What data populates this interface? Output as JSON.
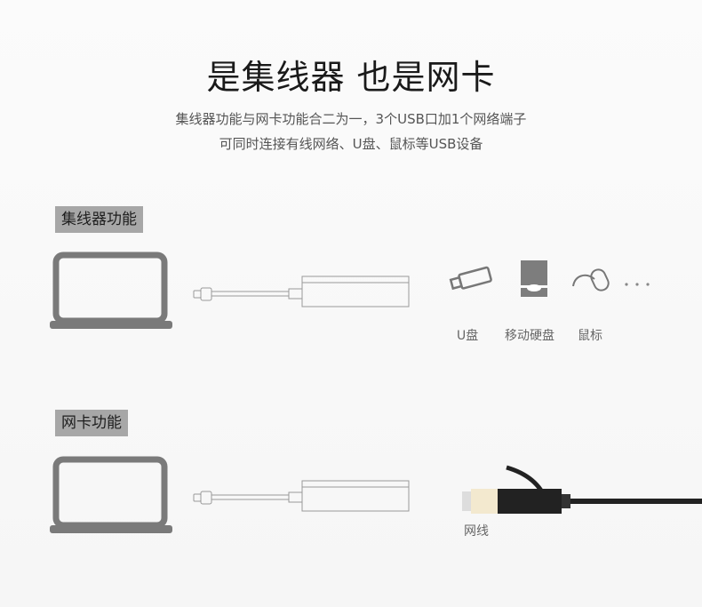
{
  "title": "是集线器 也是网卡",
  "subtitle": [
    "集线器功能与网卡功能合二为一，3个USB口加1个网络端子",
    "可同时连接有线网络、U盘、鼠标等USB设备"
  ],
  "hub_section": {
    "label": "集线器功能",
    "devices": [
      "U盘",
      "移动硬盘",
      "鼠标"
    ]
  },
  "nic_section": {
    "label": "网卡功能",
    "cable": "网线"
  }
}
